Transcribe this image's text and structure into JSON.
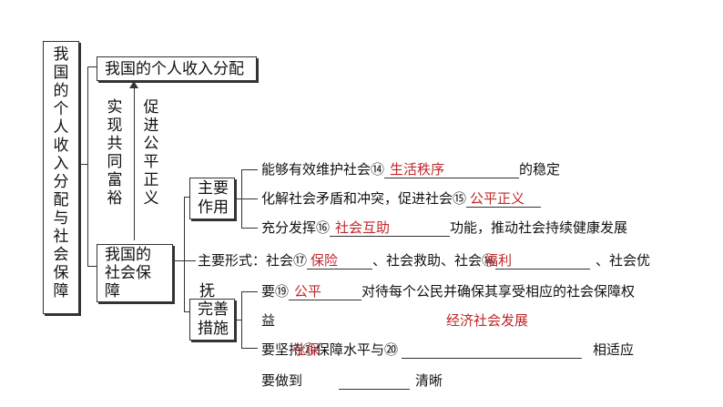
{
  "root": {
    "chars": [
      "我",
      "国",
      "的",
      "个",
      "人",
      "收",
      "入",
      "分",
      "配",
      "与",
      "社",
      "会",
      "保",
      "障"
    ]
  },
  "node_income": "我国的个人收入分配",
  "node_security": {
    "line1": "我国的",
    "line2": "社会保",
    "line3": "障"
  },
  "link_left": {
    "col1": [
      "实",
      "现",
      "共",
      "同",
      "富",
      "裕"
    ]
  },
  "link_right": {
    "col1": [
      "促",
      "进",
      "公",
      "平",
      "正",
      "义"
    ]
  },
  "role_box": {
    "line1": "主要",
    "line2": "作用"
  },
  "measure_box": {
    "line1": "完善",
    "line2": "措施"
  },
  "fu_char": "抚",
  "roles": [
    {
      "prefix": "能够有效维护社会⑭",
      "answer": "生活秩序",
      "suffix": "的稳定"
    },
    {
      "prefix": "化解社会矛盾和冲突，促进社会⑮",
      "answer": "公平正义",
      "suffix": ""
    },
    {
      "prefix": "充分发挥⑯",
      "answer": "社会互助",
      "suffix": "功能，推动社会持续健康发展"
    }
  ],
  "forms": {
    "prefix": "主要形式：社会⑰",
    "answer1": "保险",
    "mid": "、社会救助、社会⑱",
    "answer2": "福利",
    "suffix": "、社会优"
  },
  "measures": [
    {
      "prefix": "要⑲",
      "answer": "公平",
      "suffix": "对待每个公民并确保其享受相应的社会保障权"
    },
    {
      "line2": "益",
      "answer_float": "经济社会发展"
    },
    {
      "prefix": "要坚持㉑",
      "answer": "社保",
      "mid": "保障水平与⑳",
      "suffix": "相适应"
    },
    {
      "prefix": "要做到",
      "suffix": "清晰"
    }
  ]
}
